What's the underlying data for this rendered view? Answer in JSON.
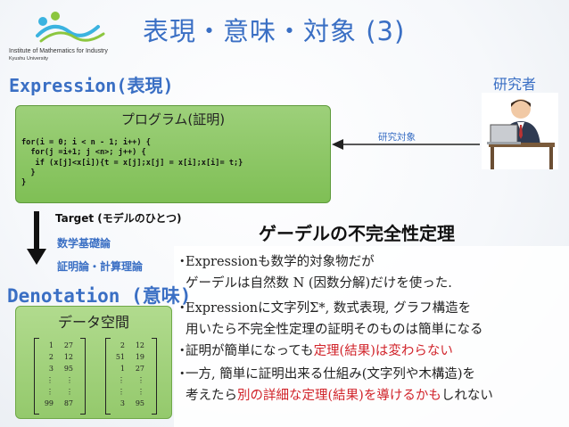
{
  "logo": {
    "line1": "Institute of Mathematics for Industry",
    "line2": "Kyushu University"
  },
  "slide_title": "表現・意味・対象 (3)",
  "expression_heading": "Expression(表現)",
  "denotation_heading": "Denotation (意味)",
  "researcher_label": "研究者",
  "program_box": {
    "title": "プログラム(証明)",
    "code": "for(i = 0; i < n - 1; i++) {\n  for(j =i+1; j <n>; j++) {\n   if (x[j]<x[i]){t = x[j];x[j] = x[i];x[i]= t;}\n  }\n}"
  },
  "study_object_label": "研究対象",
  "target_label": "Target (モデルのひとつ)",
  "theory_items": [
    "数学基礎論",
    "証明論・計算理論"
  ],
  "godel_title": "ゲーデルの不完全性定理",
  "bullets": [
    {
      "parts": [
        {
          "t": "Expressionも数学的対象物だが"
        }
      ]
    },
    {
      "parts": [
        {
          "t": "ゲーデルは自然数 N (因数分解)だけを使った."
        }
      ]
    },
    {
      "parts": [
        {
          "t": "Expressionに文字列Σ*, 数式表現, グラフ構造を"
        }
      ]
    },
    {
      "parts": [
        {
          "t": "用いたら不完全性定理の証明そのものは簡単になる"
        }
      ]
    },
    {
      "parts": [
        {
          "t": "証明が簡単になっても"
        },
        {
          "t": "定理(結果)は変わらない",
          "red": true
        }
      ]
    },
    {
      "parts": [
        {
          "t": "一方, 簡単に証明出来る仕組み(文字列や木構造)を"
        }
      ]
    },
    {
      "parts": [
        {
          "t": "考えたら"
        },
        {
          "t": "別の詳細な定理(結果)を導けるかも",
          "red": true
        },
        {
          "t": "しれない"
        }
      ]
    }
  ],
  "bullet_mark": "・",
  "data_box": {
    "title": "データ空間",
    "matrix1": [
      [
        "1",
        "27"
      ],
      [
        "2",
        "12"
      ],
      [
        "3",
        "95"
      ],
      [
        "⋮",
        "⋮"
      ],
      [
        "⋮",
        "⋮"
      ],
      [
        "99",
        "87"
      ]
    ],
    "matrix2": [
      [
        "2",
        "12"
      ],
      [
        "51",
        "19"
      ],
      [
        "1",
        "27"
      ],
      [
        "⋮",
        "⋮"
      ],
      [
        "⋮",
        "⋮"
      ],
      [
        "3",
        "95"
      ]
    ]
  },
  "colors": {
    "accent_blue": "#3a6fc4",
    "highlight_red": "#d1242b",
    "program_green": "#8cc865"
  }
}
